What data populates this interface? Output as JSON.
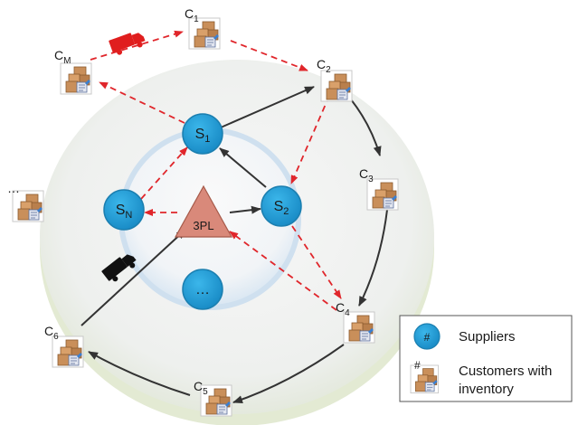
{
  "suppliers": [
    {
      "id": "s1",
      "main": "S",
      "sub": "1"
    },
    {
      "id": "s2",
      "main": "S",
      "sub": "2"
    },
    {
      "id": "sn",
      "main": "S",
      "sub": "N"
    },
    {
      "id": "s-more",
      "main": "…",
      "sub": ""
    }
  ],
  "hub": {
    "label": "3PL"
  },
  "customers": [
    {
      "id": "c1",
      "main": "C",
      "sub": "1"
    },
    {
      "id": "c2",
      "main": "C",
      "sub": "2"
    },
    {
      "id": "c3",
      "main": "C",
      "sub": "3"
    },
    {
      "id": "c4",
      "main": "C",
      "sub": "4"
    },
    {
      "id": "c5",
      "main": "C",
      "sub": "5"
    },
    {
      "id": "c6",
      "main": "C",
      "sub": "6"
    },
    {
      "id": "cm",
      "main": "C",
      "sub": "M"
    },
    {
      "id": "c-more",
      "main": "…",
      "sub": ""
    }
  ],
  "legend": {
    "supplier_symbol": "#",
    "supplier_label": "Suppliers",
    "customer_symbol": "#",
    "customer_label_line1": "Customers with",
    "customer_label_line2": "inventory"
  },
  "colors": {
    "supplier_fill": "#1f9fd9",
    "supplier_stroke": "#1b7fb0",
    "hub_fill": "#d9897a",
    "dashed_route": "#e0262b",
    "solid_route": "#333333",
    "red_truck": "#e01e1e",
    "black_truck": "#111111",
    "outer_disc": "#eef2ee",
    "inner_ring": "#cfe0ef"
  },
  "icons": {
    "truck": "delivery-truck-icon",
    "customer": "warehouse-boxes-icon"
  }
}
